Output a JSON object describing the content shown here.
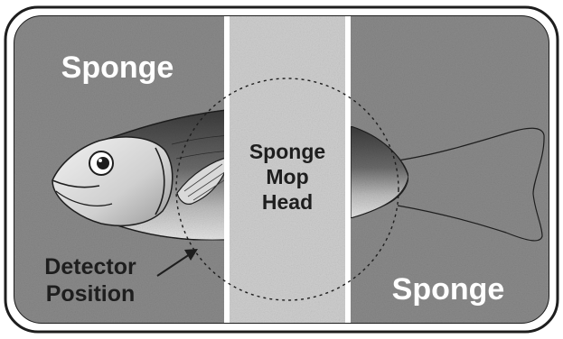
{
  "labels": {
    "sponge_top": "Sponge",
    "sponge_bottom": "Sponge",
    "mop_head_line1": "Sponge",
    "mop_head_line2": "Mop",
    "mop_head_line3": "Head",
    "detector_line1": "Detector",
    "detector_line2": "Position"
  },
  "colors": {
    "sponge": "#8a8a8a",
    "mop_head": "#cfcfcf",
    "outline": "#1e1e1e",
    "label_light": "#ffffff",
    "label_dark": "#1e1e1e"
  }
}
